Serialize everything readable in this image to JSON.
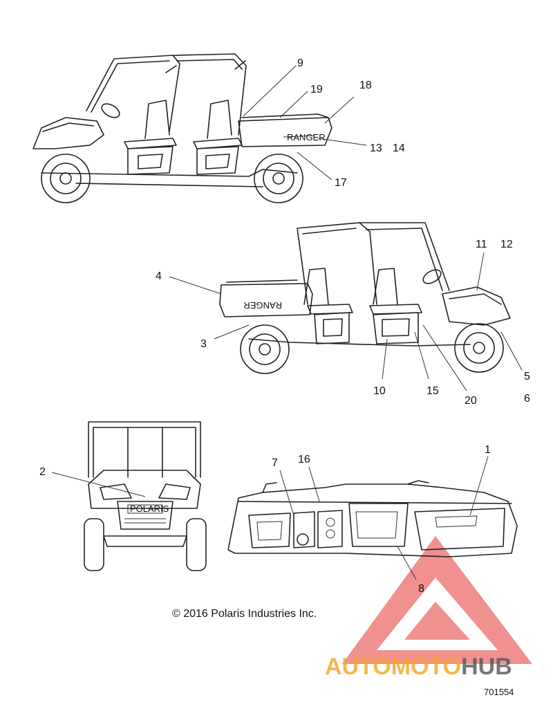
{
  "callouts": {
    "n1": "1",
    "n2": "2",
    "n3": "3",
    "n4": "4",
    "n5": "5",
    "n6": "6",
    "n7": "7",
    "n8": "8",
    "n9": "9",
    "n10": "10",
    "n11": "11",
    "n12": "12",
    "n13": "13",
    "n14": "14",
    "n15": "15",
    "n16": "16",
    "n17": "17",
    "n18": "18",
    "n19": "19",
    "n20": "20"
  },
  "decal_text": {
    "ranger_a": "RANGER",
    "ranger_b": "RANGER",
    "polaris": "POLARIS"
  },
  "copyright": "© 2016 Polaris Industries Inc.",
  "figure_number": "701554",
  "watermark": {
    "part1": "AUTO",
    "part2": "MOTO",
    "part3": "HUB",
    "color1": "#f5a623",
    "color2": "#f5a623",
    "color3": "#555555",
    "triangle_color": "#e53935"
  }
}
